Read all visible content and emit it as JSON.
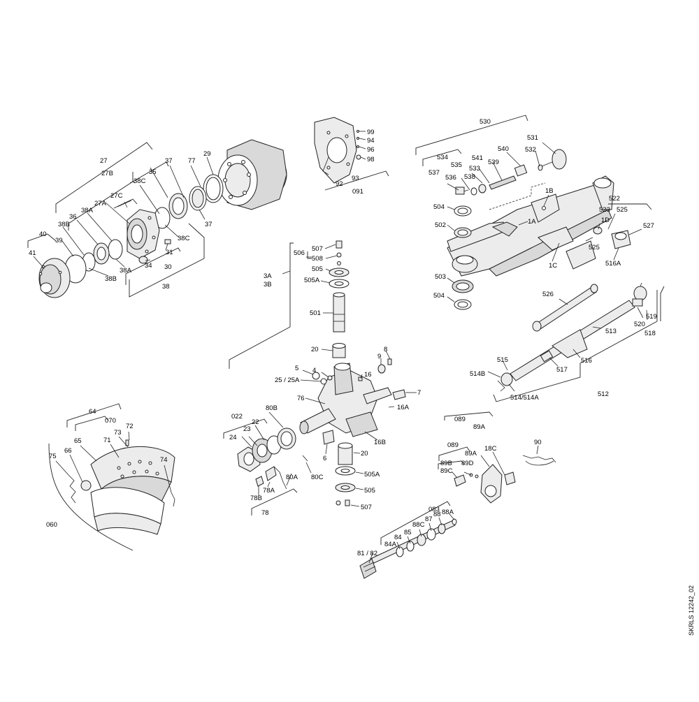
{
  "drawing_id": "SKRLS 12242_02",
  "labels": {
    "l27": "27",
    "l27B": "27B",
    "l27C": "27C",
    "l27A": "27A",
    "l35": "35",
    "l37a": "37",
    "l77": "77",
    "l29": "29",
    "l38C_top": "38C",
    "l38C_side": "38C",
    "l38A_top": "38A",
    "l38A_bot": "38A",
    "l36": "36",
    "l38B_top": "38B",
    "l38B_bot": "38B",
    "l39": "39",
    "l40": "40",
    "l41": "41",
    "l31": "31",
    "l34": "34",
    "l30": "30",
    "l38": "38",
    "l37b": "37",
    "l99": "99",
    "l94": "94",
    "l96": "96",
    "l98": "98",
    "l92": "92",
    "l93": "93",
    "l091": "091",
    "l530": "530",
    "l534": "534",
    "l535": "535",
    "l537": "537",
    "l536": "536",
    "l533": "533",
    "l538": "538",
    "l541": "541",
    "l539": "539",
    "l540": "540",
    "l532": "532",
    "l531": "531",
    "l504a": "504",
    "l502": "502",
    "l1B": "1B",
    "l1A": "1A",
    "l1C": "1C",
    "l1D": "1D",
    "l522": "522",
    "l523": "523",
    "l525a": "525",
    "l525b": "525",
    "l527": "527",
    "l516A": "516A",
    "l503": "503",
    "l504b": "504",
    "l526": "526",
    "l513": "513",
    "l519": "519",
    "l520": "520",
    "l518": "518",
    "l516": "516",
    "l517": "517",
    "l515": "515",
    "l514B": "514B",
    "l514_514A": "514/514A",
    "l512": "512",
    "l506": "506",
    "l507a": "507",
    "l508": "508",
    "l505a": "505",
    "l505A_a": "505A",
    "l501": "501",
    "l20a": "20",
    "l3A": "3A",
    "l3B": "3B",
    "l9": "9",
    "l8": "8",
    "l16": "16",
    "l5": "5",
    "l4": "4",
    "l25_25A": "25 / 25A",
    "l7": "7",
    "l76": "76",
    "l16A": "16A",
    "l16B": "16B",
    "l6": "6",
    "l20b": "20",
    "l505A_b": "505A",
    "l505b": "505",
    "l507b": "507",
    "l022": "022",
    "l22": "22",
    "l23": "23",
    "l24": "24",
    "l80B": "80B",
    "l80A": "80A",
    "l80C": "80C",
    "l78A": "78A",
    "l78B": "78B",
    "l78": "78",
    "l64": "64",
    "l070": "070",
    "l72": "72",
    "l73": "73",
    "l71": "71",
    "l65": "65",
    "l66": "66",
    "l74": "74",
    "l75": "75",
    "l060": "060",
    "l089a": "089",
    "l89A_a": "89A",
    "l089b": "089",
    "l89A_b": "89A",
    "l89B": "89B",
    "l89C": "89C",
    "l89D": "89D",
    "l18C": "18C",
    "l90": "90",
    "l083": "083",
    "l88A": "88A",
    "l88": "88",
    "l87": "87",
    "l88C": "88C",
    "l85": "85",
    "l84": "84",
    "l84A": "84A",
    "l81_82": "81 / 82"
  }
}
